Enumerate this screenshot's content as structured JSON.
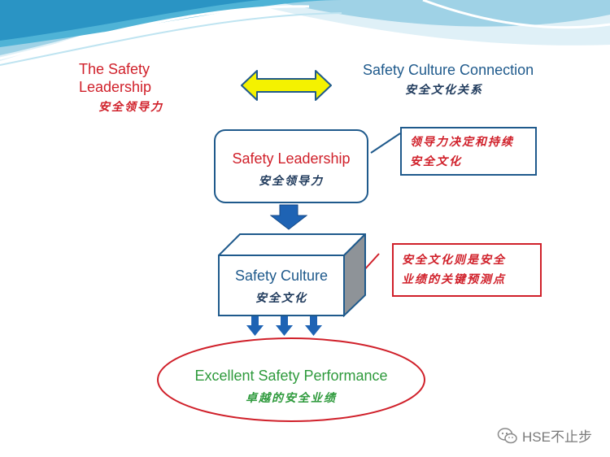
{
  "left_heading": {
    "en_line1": "The Safety",
    "en_line2": "Leadership",
    "cn": "安全领导力"
  },
  "right_heading": {
    "en": "Safety Culture Connection",
    "cn": "安全文化关系"
  },
  "leadership_box": {
    "en": "Safety Leadership",
    "cn": "安全领导力"
  },
  "leadership_note": {
    "line1": "领导力决定和持续",
    "line2": "安全文化"
  },
  "culture_box": {
    "en": "Safety Culture",
    "cn": "安全文化"
  },
  "culture_note": {
    "line1": "安全文化则是安全",
    "line2": "业绩的关键预测点"
  },
  "performance_ellipse": {
    "en": "Excellent Safety Performance",
    "cn": "卓越的安全业绩"
  },
  "watermark": {
    "text": "HSE不止步",
    "icon": "wechat-icon"
  },
  "colors": {
    "accent_red": "#d0202a",
    "accent_blue": "#1f5a8c",
    "accent_green": "#2e9a3c",
    "arrow_yellow": "#f4f200",
    "down_arrow_blue": "#1e63b4"
  }
}
